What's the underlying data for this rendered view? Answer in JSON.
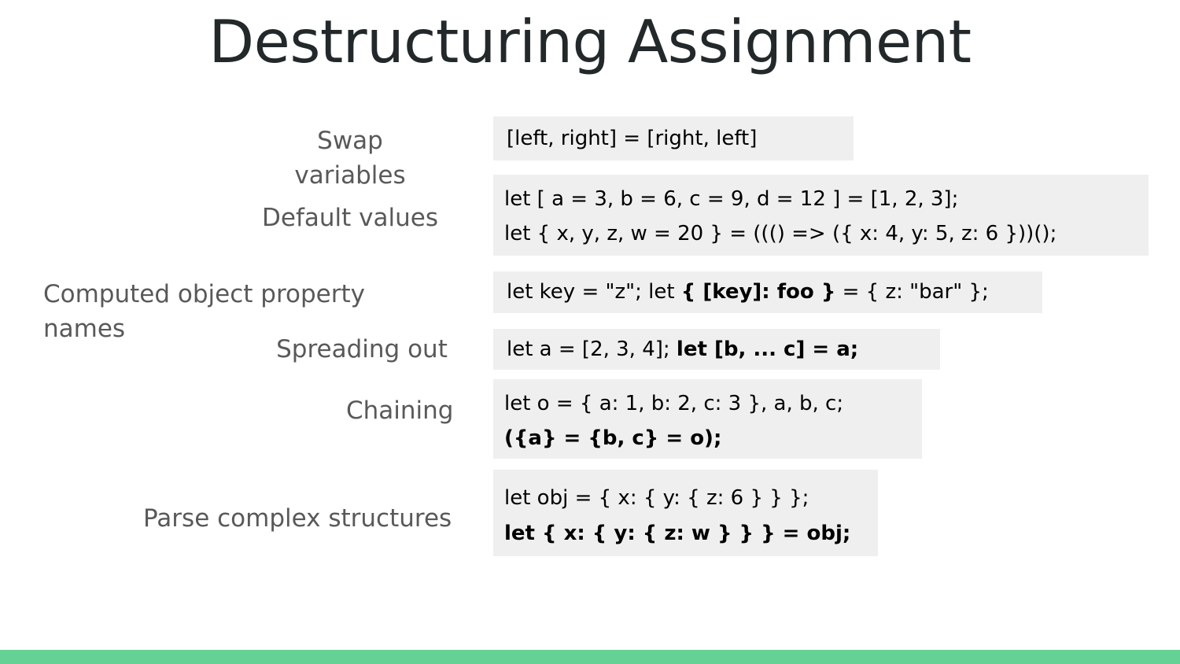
{
  "slide": {
    "title": "Destructuring Assignment",
    "accent_color": "#65d195",
    "title_color": "#23282b",
    "caption_color": "#595959",
    "code_bg_color": "#efefef"
  },
  "captions": [
    {
      "id": "swap",
      "text": "Swap variables"
    },
    {
      "id": "default",
      "text": "Default values"
    },
    {
      "id": "computed",
      "text": "Computed object property names"
    },
    {
      "id": "spreading",
      "text": "Spreading out"
    },
    {
      "id": "chaining",
      "text": "Chaining"
    },
    {
      "id": "parse",
      "text": "Parse complex structures"
    }
  ],
  "code_blocks": {
    "swap": {
      "line1": "[left, right] = [right, left]"
    },
    "default": {
      "line1": "let [ a = 3, b = 6, c = 9, d = 12 ] = [1, 2, 3];",
      "line2": "let { x, y, z, w = 20 } = ((() => ({ x: 4, y: 5, z: 6 }))();"
    },
    "computed": {
      "line1_a": "let key = \"z\"; let ",
      "line1_b": "{ [key]: foo }",
      "line1_c": " = { z: \"bar\" };"
    },
    "spreading": {
      "line1_a": "let a = [2, 3, 4]; ",
      "line1_b": "let [b, ... c] = a;"
    },
    "chaining": {
      "line1": "let o = { a: 1, b: 2, c: 3 }, a, b, c;",
      "line2": "({a} = {b, c} = o);"
    },
    "parse": {
      "line1": "let obj = { x: { y: { z: 6 } } };",
      "line2": "let { x: { y: { z: w } } } = obj;"
    }
  }
}
